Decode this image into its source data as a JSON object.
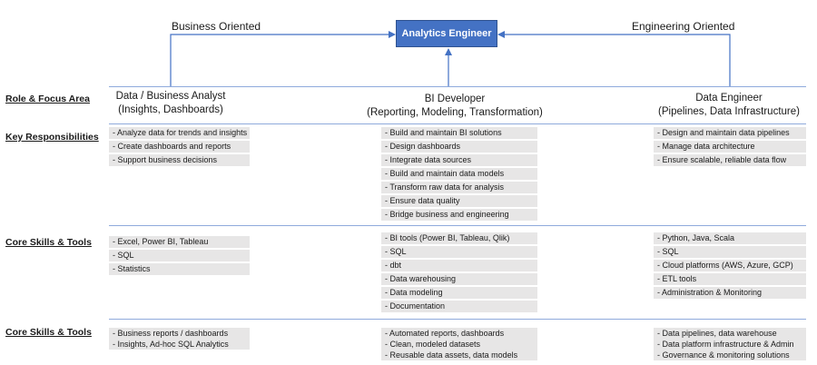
{
  "header": {
    "center_box": "Analytics Engineer",
    "left_label": "Business Oriented",
    "right_label": "Engineering Oriented"
  },
  "row_labels": {
    "role": "Role & Focus Area",
    "responsibilities": "Key Responsibilities",
    "skills": "Core Skills & Tools",
    "outputs": "Core Skills & Tools"
  },
  "columns": [
    {
      "title": "Data / Business Analyst",
      "subtitle": "(Insights, Dashboards)",
      "responsibilities": [
        "- Analyze data for trends and insights",
        "- Create dashboards and reports",
        "- Support business decisions"
      ],
      "skills": [
        "- Excel, Power BI, Tableau",
        "- SQL",
        "- Statistics"
      ],
      "outputs": [
        "- Business reports / dashboards",
        "- Insights, Ad-hoc SQL Analytics"
      ]
    },
    {
      "title": "BI Developer",
      "subtitle": "(Reporting, Modeling, Transformation)",
      "responsibilities": [
        "- Build and maintain BI solutions",
        "- Design dashboards",
        "- Integrate data sources",
        "- Build and maintain data models",
        "- Transform raw data for analysis",
        "- Ensure data quality",
        "- Bridge business and engineering"
      ],
      "skills": [
        "- BI tools (Power BI, Tableau, Qlik)",
        "- SQL",
        "- dbt",
        "- Data warehousing",
        "- Data modeling",
        "- Documentation"
      ],
      "outputs": [
        "- Automated reports, dashboards",
        "- Clean, modeled datasets",
        "- Reusable data assets, data models"
      ]
    },
    {
      "title": "Data Engineer",
      "subtitle": "(Pipelines, Data Infrastructure)",
      "responsibilities": [
        "- Design and maintain data pipelines",
        "- Manage data architecture",
        "- Ensure scalable, reliable data flow"
      ],
      "skills": [
        "- Python, Java, Scala",
        "- SQL",
        "- Cloud platforms (AWS, Azure, GCP)",
        "- ETL tools",
        "- Administration & Monitoring"
      ],
      "outputs": [
        "- Data pipelines, data warehouse",
        "- Data platform infrastructure & Admin",
        "- Governance & monitoring solutions"
      ]
    }
  ],
  "colors": {
    "box_fill": "#4472c4",
    "arrow": "#4472c4",
    "divider": "#8faadc",
    "chip": "#e7e6e6"
  }
}
